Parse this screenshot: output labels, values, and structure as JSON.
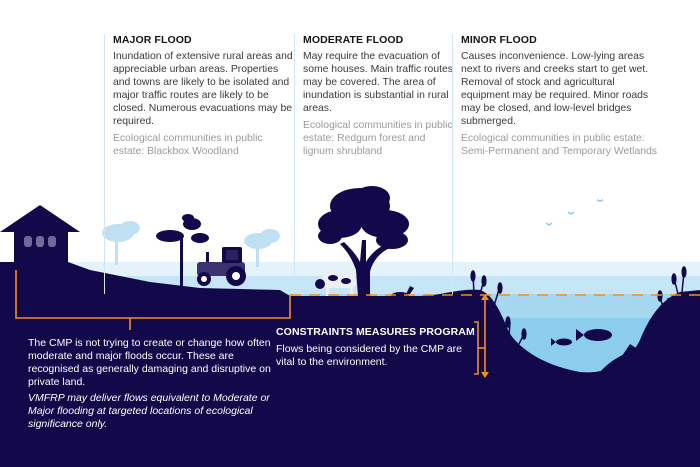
{
  "columns": [
    {
      "title": "MAJOR FLOOD",
      "description": "Inundation of extensive rural areas and appreciable urban areas. Properties and towns are likely to be isolated and major traffic routes are likely to be closed. Numerous evacuations may be required.",
      "ecology": "Ecological communities in public estate: Blackbox Woodland"
    },
    {
      "title": "MODERATE FLOOD",
      "description": "May require the evacuation of some houses. Main traffic routes may be covered. The area of inundation is substantial in rural areas.",
      "ecology": "Ecological communities in public estate: Redgum forest and lignum shrubland"
    },
    {
      "title": "MINOR FLOOD",
      "description": "Causes inconvenience. Low-lying areas next to rivers and creeks start to get wet. Removal of stock and agricultural equipment may be required. Minor roads may be closed, and low-level bridges submerged.",
      "ecology": "Ecological communities in public estate: Semi-Permanent and Temporary Wetlands"
    }
  ],
  "bottom_left": {
    "statement": "The CMP is not trying to create or change how often moderate and major floods occur. These are recognised as generally damaging and disruptive on private land.",
    "note": "VMFRP may deliver flows equivalent to Moderate or Major flooding at targeted locations of ecological significance only."
  },
  "cmp": {
    "title": "CONSTRAINTS MEASURES PROGRAM",
    "description": "Flows being considered by the CMP are vital to the environment."
  },
  "colors": {
    "ground": "#12084a",
    "accent": "#f0901e",
    "water_light": "#e3f2fb",
    "water_mid": "#c6e5f6",
    "water_deep": "#a5d7f0",
    "water_deepest": "#8ccdee",
    "ghost_tree": "#bfe0f3"
  }
}
